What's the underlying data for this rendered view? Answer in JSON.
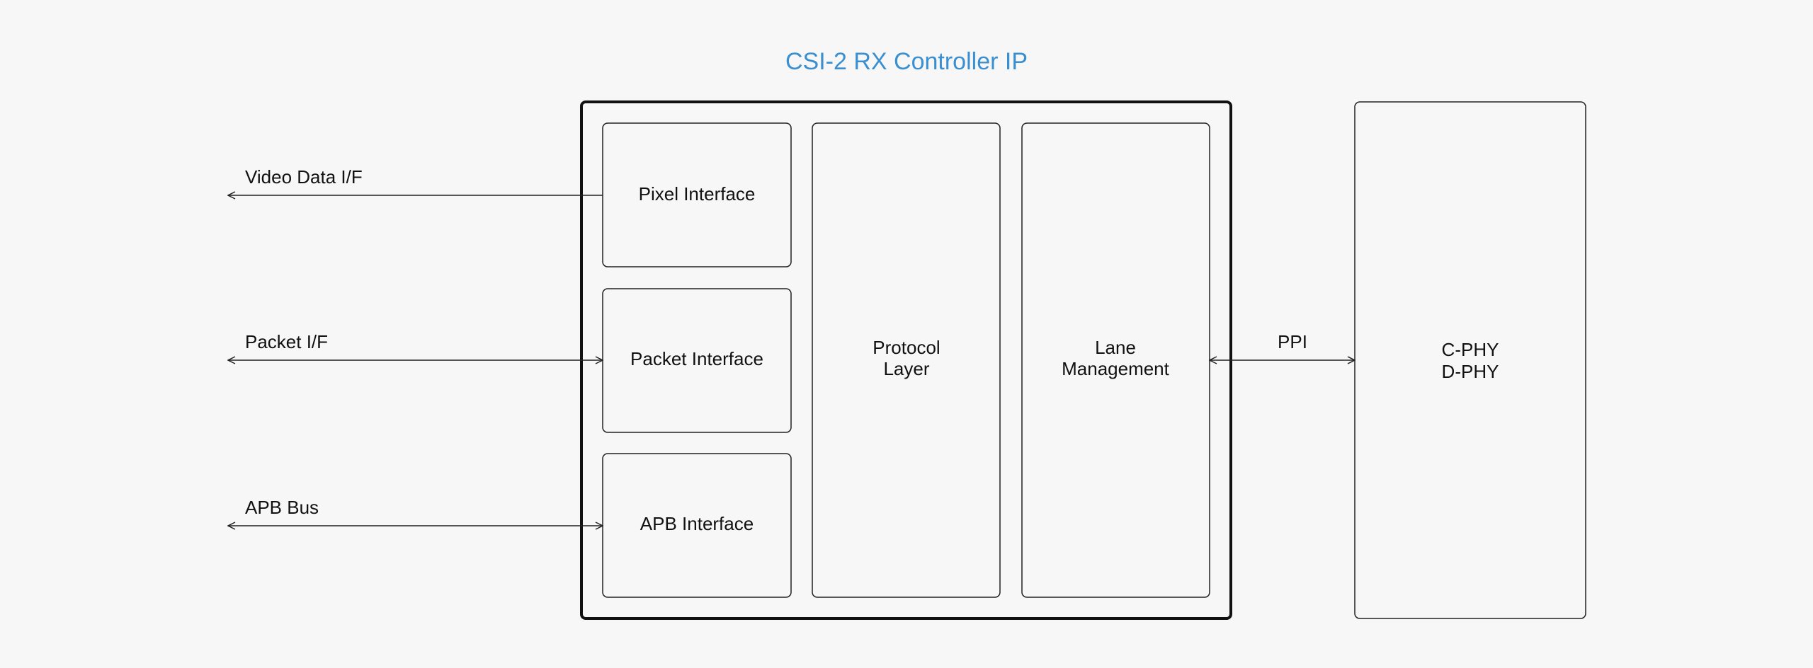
{
  "title": "CSI-2 RX Controller IP",
  "blocks": {
    "pixel": "Pixel Interface",
    "packet": "Packet Interface",
    "apb": "APB Interface",
    "protocol": [
      "Protocol",
      "Layer"
    ],
    "lane": [
      "Lane",
      "Management"
    ],
    "phy": [
      "C-PHY",
      "D-PHY"
    ]
  },
  "signals": {
    "video": "Video Data I/F",
    "packet": "Packet I/F",
    "apb": "APB Bus",
    "ppi": "PPI"
  },
  "colors": {
    "title": "#3a8fd0",
    "line": "#222222",
    "background": "#f7f7f7"
  }
}
